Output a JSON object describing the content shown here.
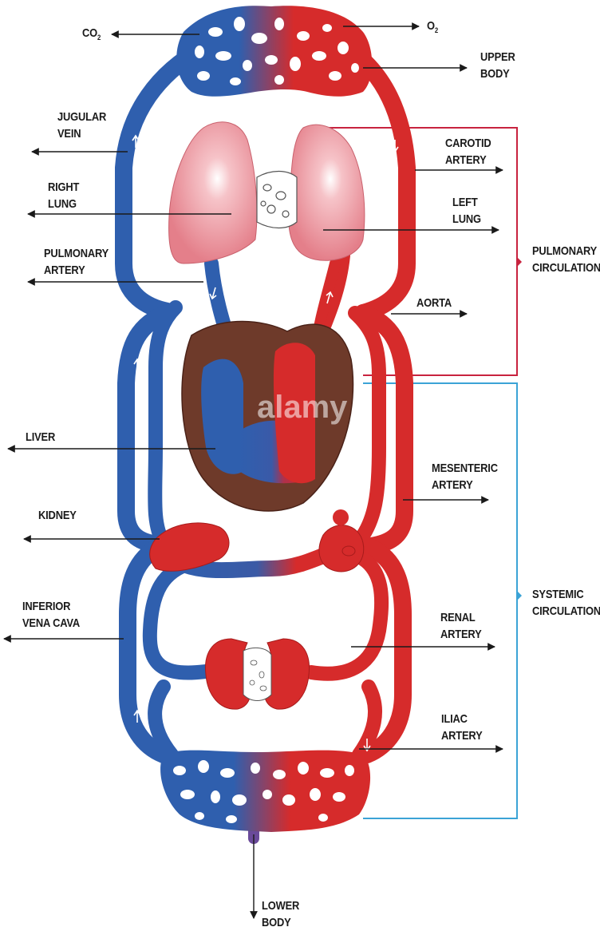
{
  "labels": {
    "co2": {
      "main": "CO",
      "sub": "2"
    },
    "o2": {
      "main": "O",
      "sub": "2"
    },
    "upper_body": [
      "UPPER",
      "BODY"
    ],
    "jugular_vein": [
      "JUGULAR",
      "VEIN"
    ],
    "carotid_artery": [
      "CAROTID",
      "ARTERY"
    ],
    "right_lung": [
      "RIGHT",
      "LUNG"
    ],
    "left_lung": [
      "LEFT",
      "LUNG"
    ],
    "pulmonary_artery": [
      "PULMONARY",
      "ARTERY"
    ],
    "pulmonary_circulation": [
      "PULMONARY",
      "CIRCULATION"
    ],
    "aorta": "AORTA",
    "liver": "LIVER",
    "mesenteric_artery": [
      "MESENTERIC",
      "ARTERY"
    ],
    "kidney": "KIDNEY",
    "systemic_circulation": [
      "SYSTEMIC",
      "CIRCULATION"
    ],
    "inferior_vena_cava": [
      "INFERIOR",
      "VENA CAVA"
    ],
    "renal_artery": [
      "RENAL",
      "ARTERY"
    ],
    "iliac_artery": [
      "ILIAC",
      "ARTERY"
    ],
    "lower_body": [
      "LOWER",
      "BODY"
    ]
  },
  "watermark": "alamy",
  "colors": {
    "vein_blue": "#2f5fae",
    "artery_red": "#d62b2b",
    "lung_pink": "#ec8d96",
    "heart_brown": "#6e3a2a",
    "pulmonary_bracket": "#c8233f",
    "systemic_bracket": "#3ba3d6"
  }
}
